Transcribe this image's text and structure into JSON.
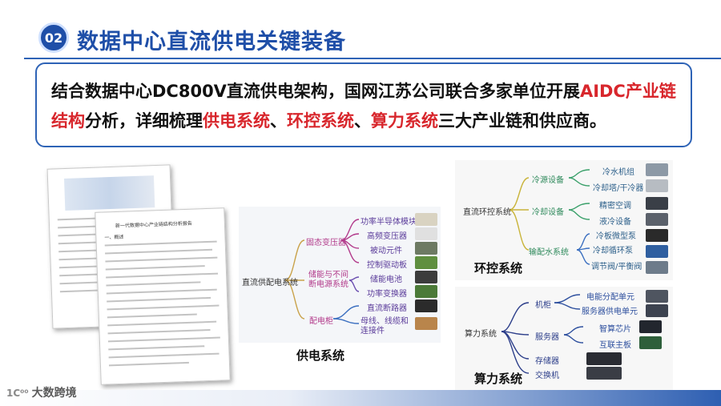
{
  "header": {
    "badge": "02",
    "title": "数据中心直流供电关键装备"
  },
  "summary": {
    "part1": "结合数据中心DC800V直流供电架构，国网江苏公司联合多家单位开展",
    "hl1": "AIDC产业链结构",
    "part2": "分析，详细梳理",
    "hl2": "供电系统",
    "sep1": "、",
    "hl3": "环控系统",
    "sep2": "、",
    "hl4": "算力系统",
    "part3": "三大产业链和供应商。"
  },
  "document": {
    "title": "新一代数据中心产业链结构分析报告",
    "heading": "一、概述"
  },
  "power": {
    "caption": "供电系统",
    "root": "直流供配电系统",
    "nodes": [
      {
        "label": "固态变压器",
        "children": [
          "功率半导体模块",
          "高频变压器",
          "被动元件",
          "控制驱动板"
        ]
      },
      {
        "label": "储能与不间断电源系统",
        "children": [
          "储能电池",
          "功率变换器"
        ]
      },
      {
        "label": "配电柜",
        "children": [
          "直流断路器",
          "母线、线缆和连接件"
        ]
      }
    ]
  },
  "cooling": {
    "caption": "环控系统",
    "root": "直流环控系统",
    "nodes": [
      {
        "label": "冷源设备",
        "children": [
          "冷水机组",
          "冷却塔/干冷器"
        ]
      },
      {
        "label": "冷却设备",
        "children": [
          "精密空调",
          "液冷设备"
        ]
      },
      {
        "label": "输配水系统",
        "children": [
          "冷板微型泵",
          "冷却循环泵",
          "调节阀/平衡阀"
        ]
      }
    ]
  },
  "compute": {
    "caption": "算力系统",
    "root": "算力系统",
    "nodes": [
      {
        "label": "机柜",
        "children": [
          "电能分配单元",
          "服务器供电单元"
        ]
      },
      {
        "label": "服务器",
        "children": [
          "智算芯片",
          "互联主板"
        ]
      },
      {
        "label": "存储器",
        "children": []
      },
      {
        "label": "交换机",
        "children": []
      }
    ]
  },
  "footer": {
    "logo_mark": "1C⁰⁰",
    "logo_text": "大数跨境"
  },
  "colors": {
    "brand_blue": "#1f4fa8",
    "highlight_red": "#d8262c"
  }
}
